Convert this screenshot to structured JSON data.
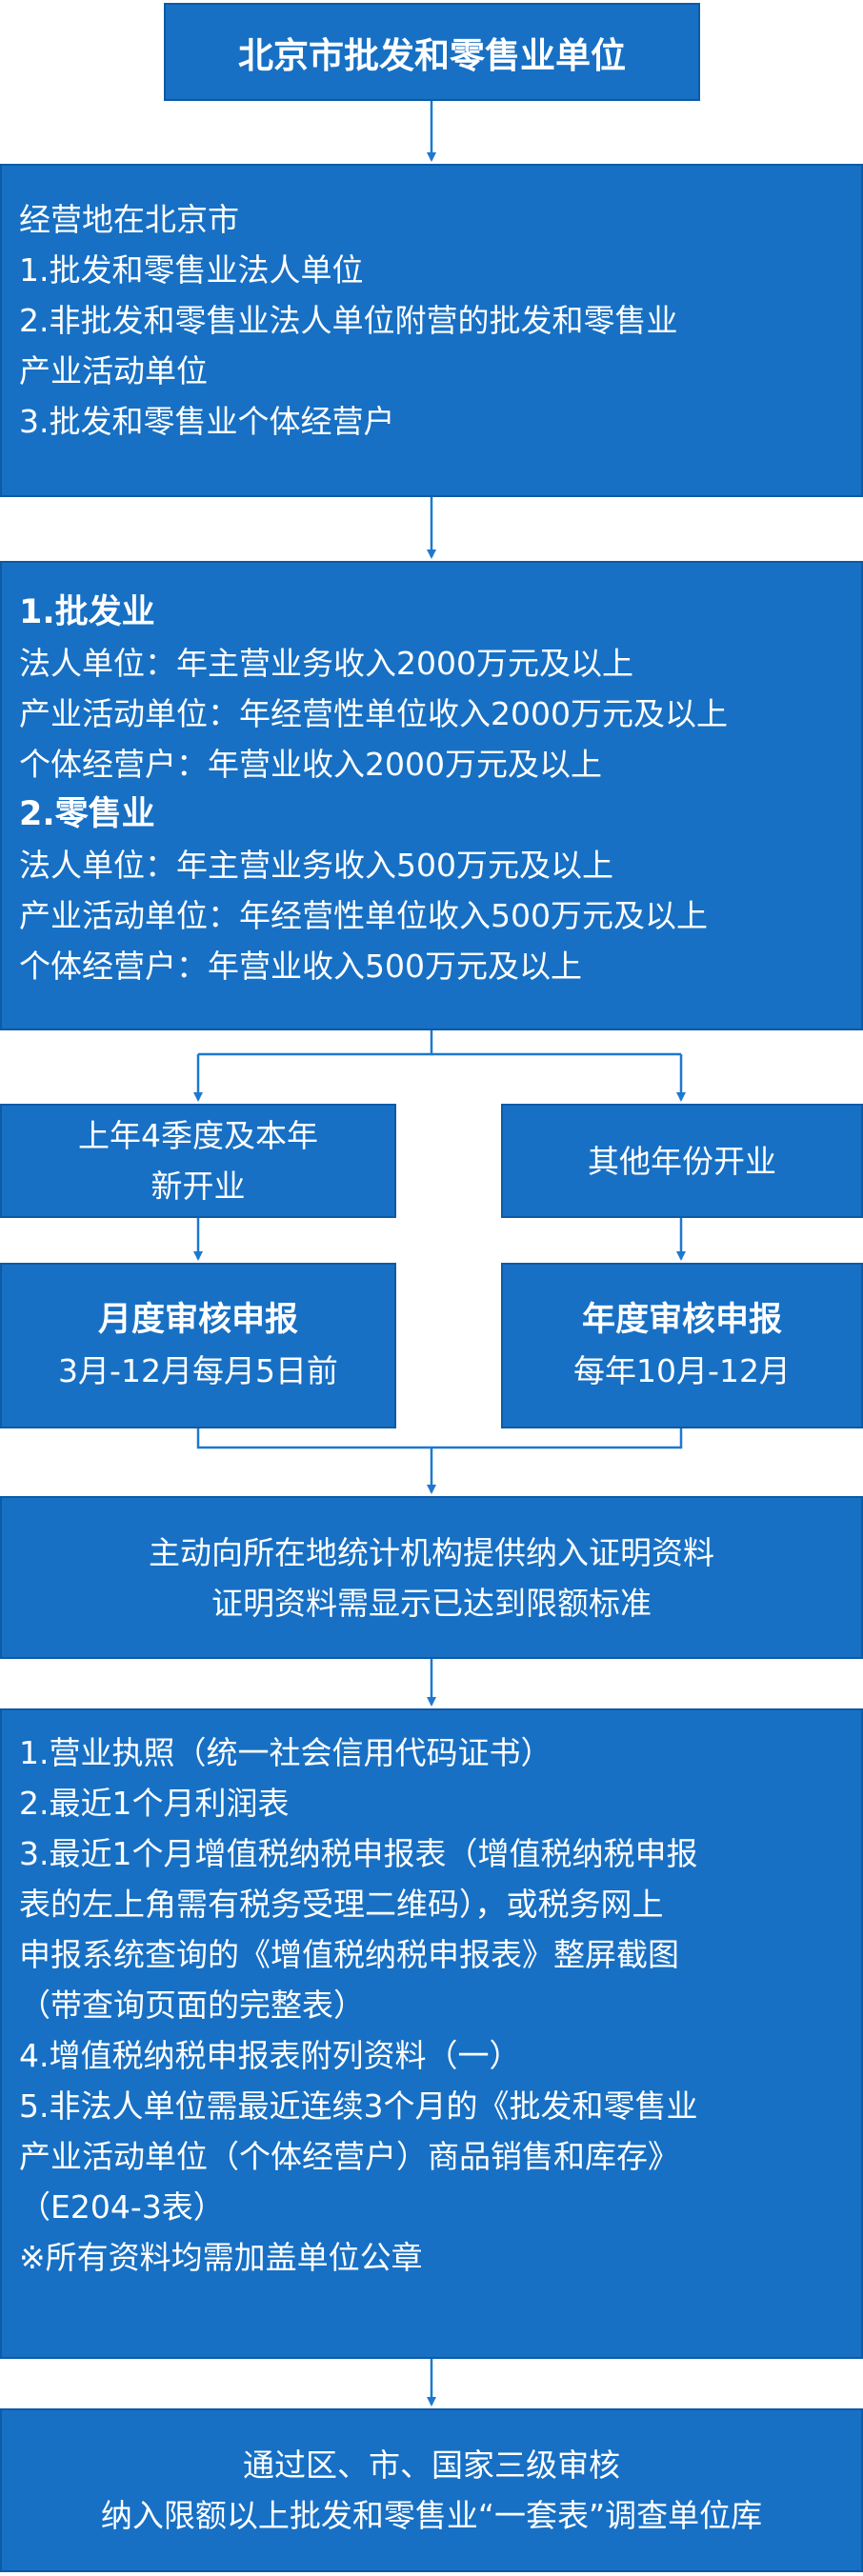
{
  "top": {
    "title": "北京市批发和零售业单位"
  },
  "scope": {
    "lines": [
      "经营地在北京市",
      "1.批发和零售业法人单位",
      "2.非批发和零售业法人单位附营的批发和零售业",
      "产业活动单位",
      "3.批发和零售业个体经营户"
    ]
  },
  "thresholds": {
    "wholesale_head": "1.批发业",
    "wholesale": [
      "法人单位：年主营业务收入2000万元及以上",
      "产业活动单位：年经营性单位收入2000万元及以上",
      "个体经营户：年营业收入2000万元及以上"
    ],
    "retail_head": "2.零售业",
    "retail": [
      "法人单位：年主营业务收入500万元及以上",
      "产业活动单位：年经营性单位收入500万元及以上",
      "个体经营户：年营业收入500万元及以上"
    ]
  },
  "left_branch": {
    "condition_1": "上年4季度及本年",
    "condition_2": "新开业",
    "type": "月度审核申报",
    "time": "3月-12月每月5日前"
  },
  "right_branch": {
    "condition": "其他年份开业",
    "type": "年度审核申报",
    "time": "每年10月-12月"
  },
  "submit": {
    "line1": "主动向所在地统计机构提供纳入证明资料",
    "line2": "证明资料需显示已达到限额标准"
  },
  "materials": {
    "lines": [
      "1.营业执照（统一社会信用代码证书）",
      "2.最近1个月利润表",
      "3.最近1个月增值税纳税申报表（增值税纳税申报",
      "表的左上角需有税务受理二维码），或税务网上",
      "申报系统查询的《增值税纳税申报表》整屏截图",
      "（带查询页面的完整表）",
      "4.增值税纳税申报表附列资料（一）",
      "5.非法人单位需最近连续3个月的《批发和零售业",
      "产业活动单位（个体经营户）商品销售和库存》",
      "（E204-3表）",
      "※所有资料均需加盖单位公章"
    ]
  },
  "final": {
    "line1": "通过区、市、国家三级审核",
    "line2": "纳入限额以上批发和零售业“一套表”调查单位库"
  },
  "colors": {
    "box_fill": "#1770c4",
    "box_border": "#0d5aa6",
    "connector": "#1e78cf"
  }
}
